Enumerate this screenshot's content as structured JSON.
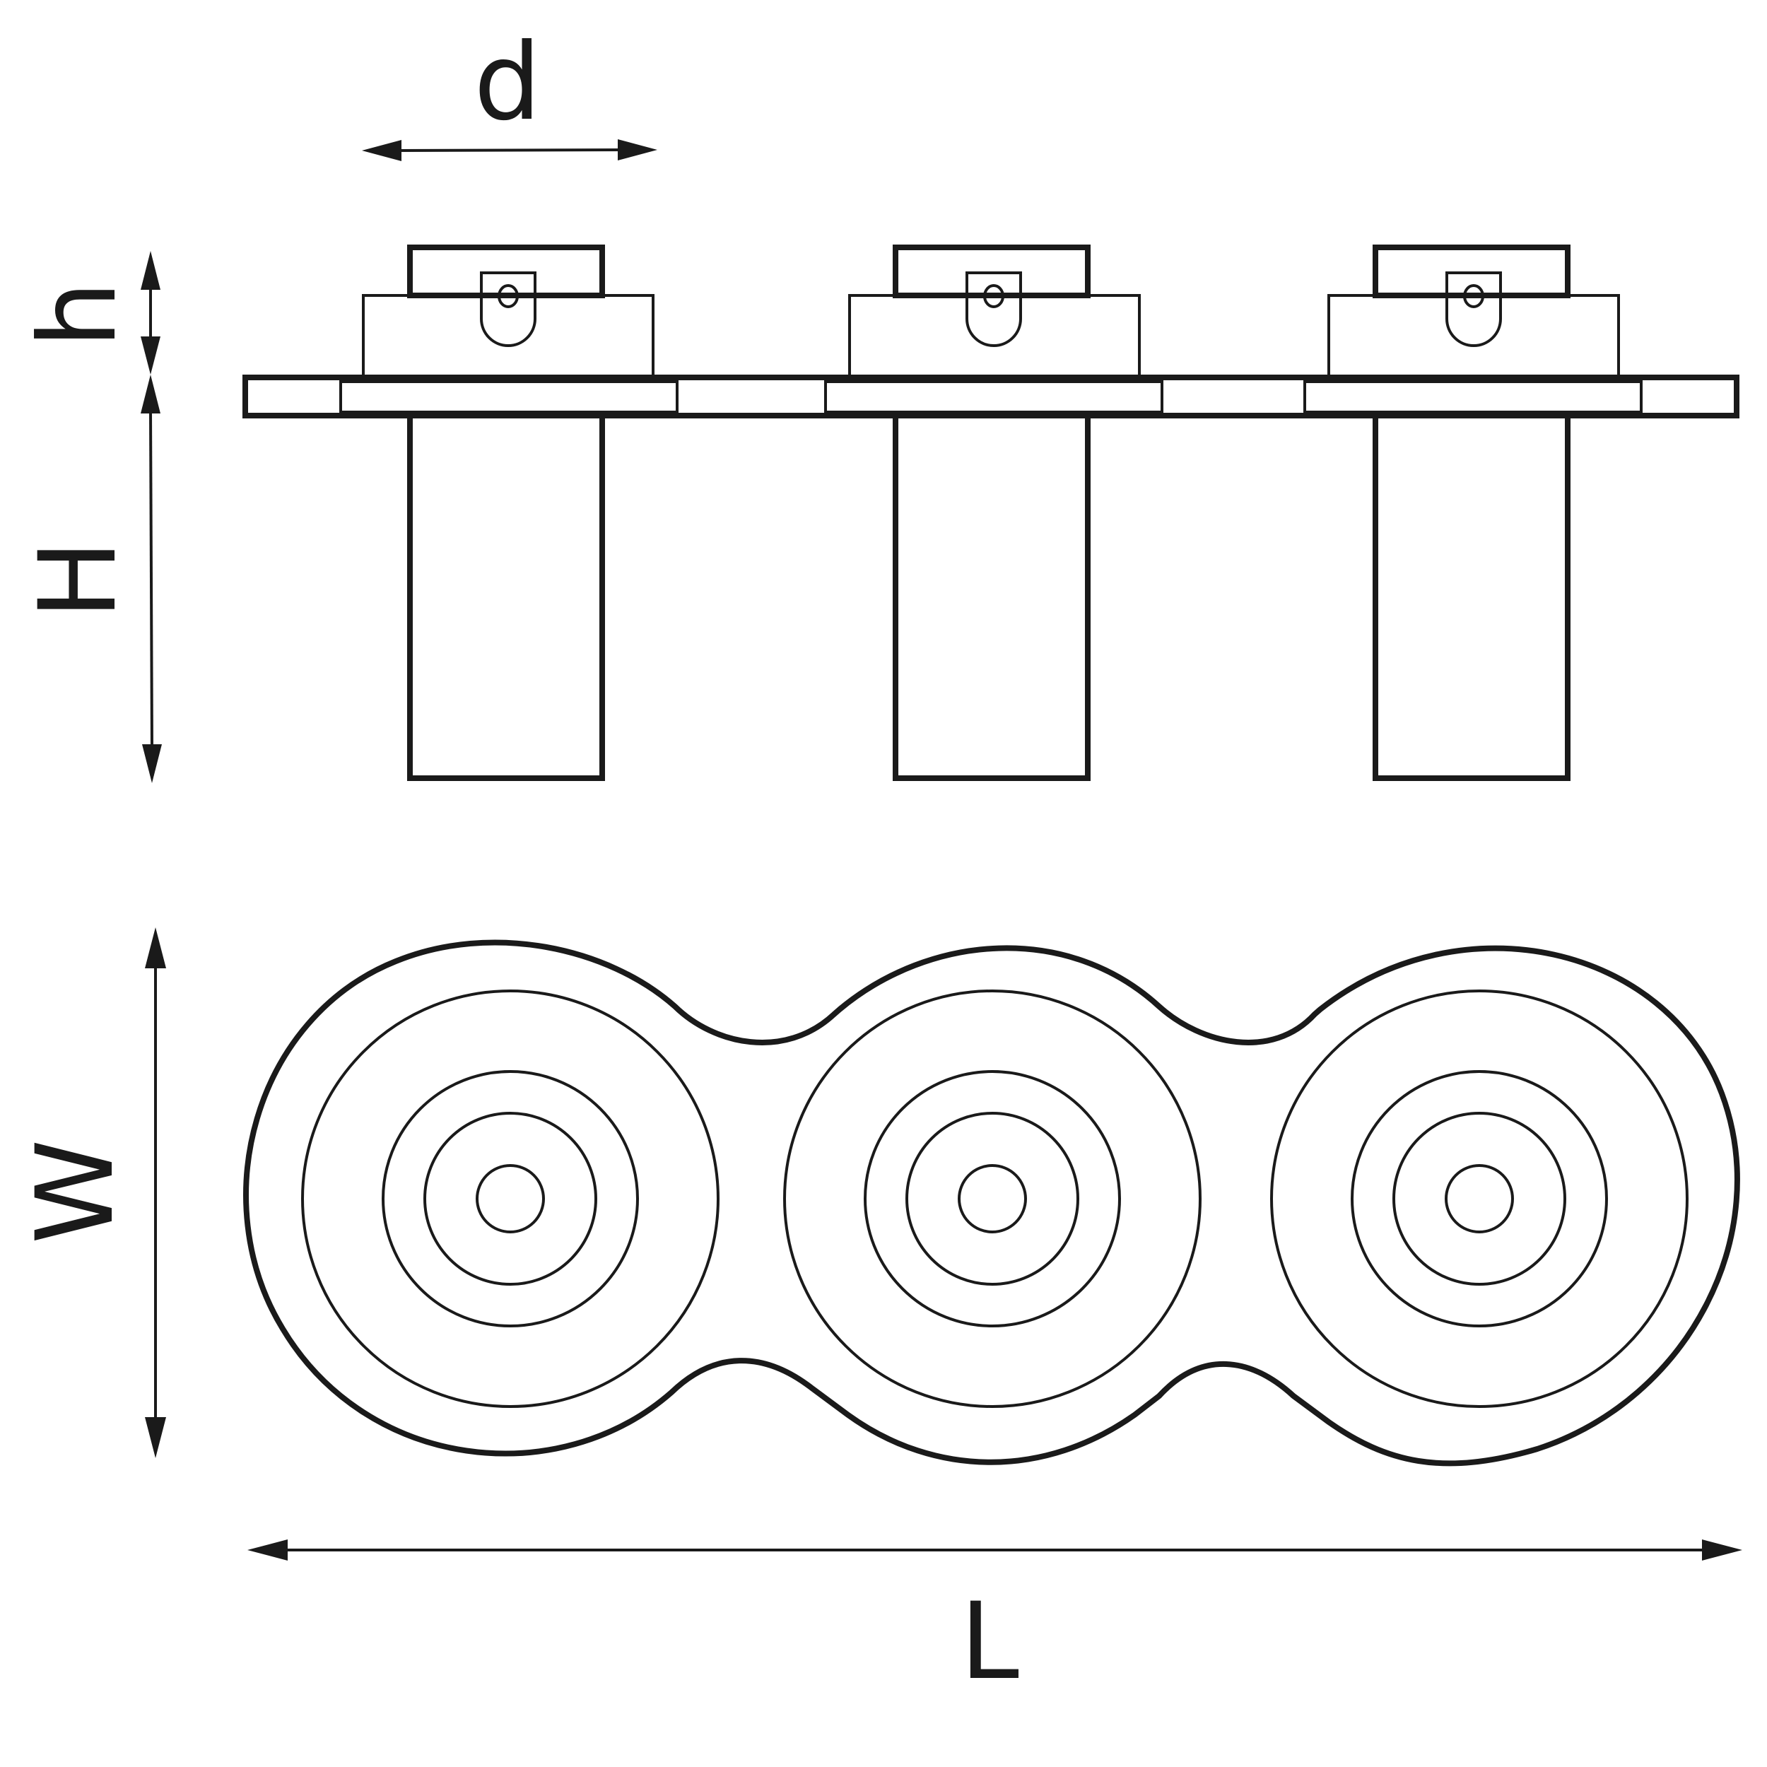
{
  "labels": {
    "d": "d",
    "h": "h",
    "H": "H",
    "W": "W",
    "L": "L"
  },
  "colors": {
    "line": "#1a1a1a",
    "background": "#ffffff"
  }
}
